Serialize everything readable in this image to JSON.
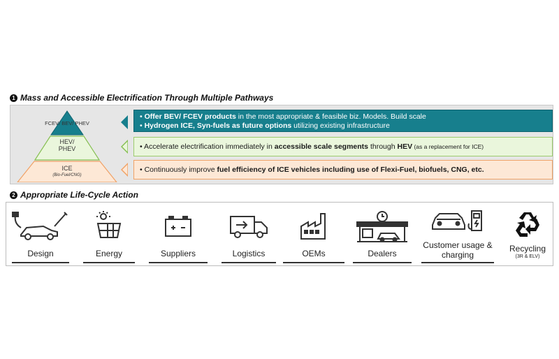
{
  "section1": {
    "number": "1",
    "title": "Mass and Accessible Electrification Through Multiple Pathways",
    "pyramid": {
      "top": "FCEV/ BEV/ PHEV",
      "middle_line1": "HEV/",
      "middle_line2": "PHEV",
      "bottom": "ICE",
      "bottom_sub": "(Bio-Fuel/CNG)"
    },
    "bars": {
      "b1_l1_bold": "Offer BEV/ FCEV products",
      "b1_l1_rest": " in the most appropriate & feasible biz. Models. Build scale",
      "b1_l2_bold": "Hydrogen ICE, Syn-fuels as future options",
      "b1_l2_rest": " utilizing existing infrastructure",
      "b2_a": "Accelerate electrification immediately in ",
      "b2_bold1": "accessible scale segments",
      "b2_b": " through ",
      "b2_bold2": "HEV",
      "b2_small": " (as a replacement for ICE)",
      "b3_a": "Continuously improve ",
      "b3_bold": "fuel efficiency of ICE vehicles including use of Flexi-Fuel, biofuels, CNG, etc."
    },
    "colors": {
      "top": "#177f8d",
      "middle": "#eaf6dc",
      "bottom": "#fde8d6"
    }
  },
  "section2": {
    "number": "2",
    "title": "Appropriate Life-Cycle Action",
    "stages": [
      {
        "label": "Design",
        "icon": "car-design-icon"
      },
      {
        "label": "Energy",
        "icon": "solar-panel-icon"
      },
      {
        "label": "Suppliers",
        "icon": "battery-icon"
      },
      {
        "label": "Logistics",
        "icon": "truck-icon"
      },
      {
        "label": "OEMs",
        "icon": "factory-icon"
      },
      {
        "label": "Dealers",
        "icon": "dealership-icon"
      },
      {
        "label": "Customer usage & charging",
        "icon": "ev-charging-icon"
      },
      {
        "label": "Recycling",
        "sub": "(3R & ELV)",
        "icon": "recycle-icon"
      }
    ]
  }
}
